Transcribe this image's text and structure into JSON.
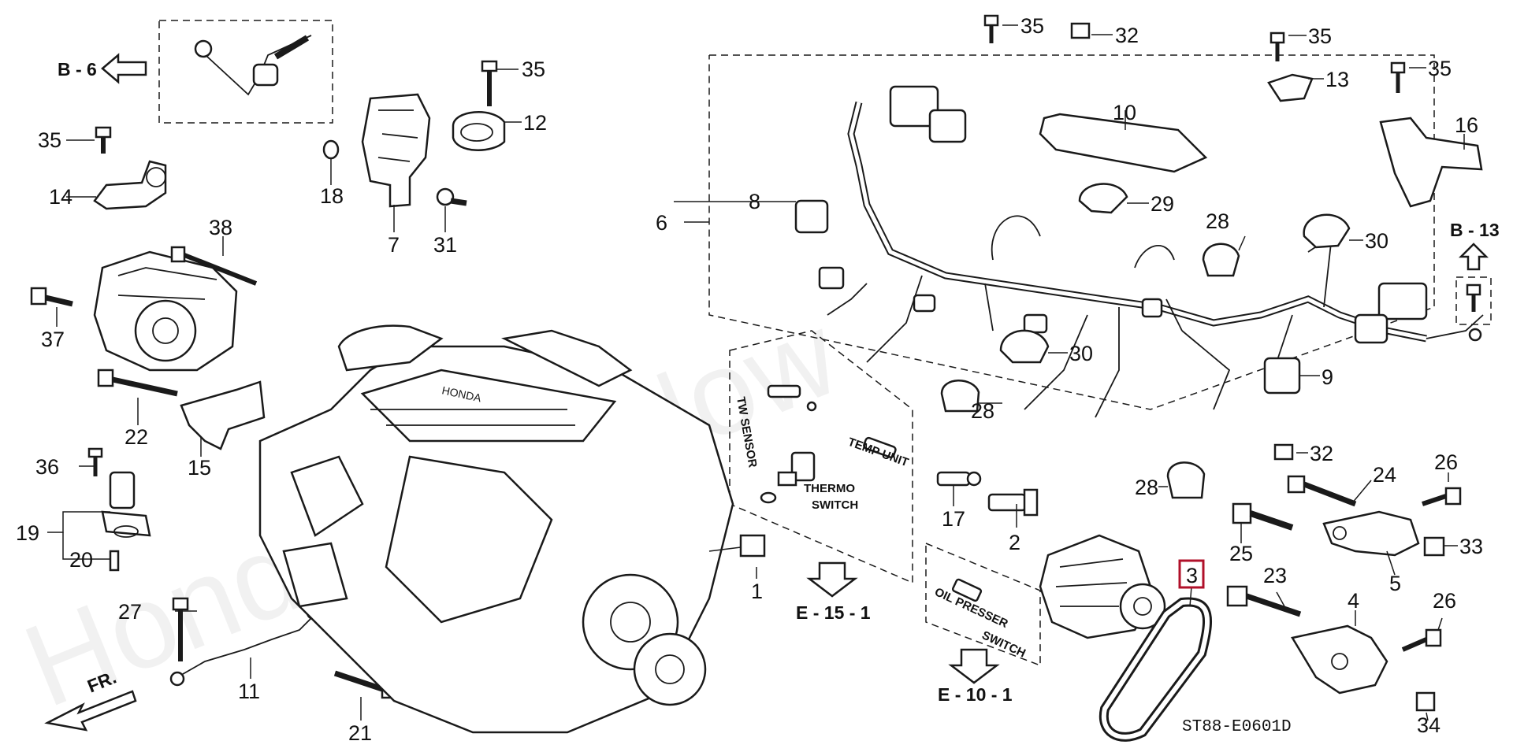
{
  "watermark": "HondaPartsNow",
  "diagram_code": "ST88-E0601D",
  "callouts": {
    "c1": "1",
    "c2": "2",
    "c3": "3",
    "c4": "4",
    "c5": "5",
    "c6": "6",
    "c7": "7",
    "c8": "8",
    "c9": "9",
    "c10": "10",
    "c11": "11",
    "c12": "12",
    "c13": "13",
    "c14": "14",
    "c15": "15",
    "c16": "16",
    "c17": "17",
    "c18": "18",
    "c19": "19",
    "c20": "20",
    "c21": "21",
    "c22": "22",
    "c23": "23",
    "c24": "24",
    "c25": "25",
    "c26a": "26",
    "c26b": "26",
    "c27": "27",
    "c28a": "28",
    "c28b": "28",
    "c28c": "28",
    "c29": "29",
    "c30a": "30",
    "c30b": "30",
    "c31": "31",
    "c32a": "32",
    "c32b": "32",
    "c33": "33",
    "c34": "34",
    "c35a": "35",
    "c35b": "35",
    "c35c": "35",
    "c35d": "35",
    "c35e": "35",
    "c36": "36",
    "c37": "37",
    "c38": "38"
  },
  "refs": {
    "b6": "B - 6",
    "b13": "B - 13",
    "e151": "E - 15 - 1",
    "e101": "E - 10 - 1"
  },
  "captions": {
    "tw_sensor": "TW SENSOR",
    "temp_unit": "TEMP UNIT",
    "thermo": "THERMO",
    "switch": "SWITCH",
    "oil_presser": "OIL PRESSER",
    "oil_switch": "SWITCH",
    "front": "FR."
  },
  "highlight_part": "3",
  "highlight_color": "#b0102a"
}
